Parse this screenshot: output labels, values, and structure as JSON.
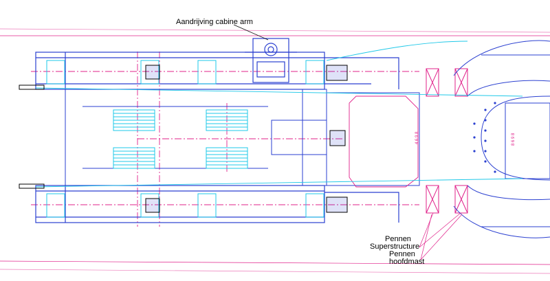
{
  "annotations": {
    "cabin_arm_drive": "Aandrijving cabine arm",
    "pins_superstructure_1": "Pennen",
    "pins_superstructure_2": "Superstructure",
    "pins_mainmast_1": "Pennen",
    "pins_mainmast_2": "hoofdmast"
  },
  "dimension_labels": {
    "left_dim": "4 6 9 8",
    "right_dim": "8 6 9 8"
  },
  "colors": {
    "blue": "#2a3fd0",
    "cyan": "#1ec8e8",
    "magenta": "#e0208a",
    "red_dash": "#e0208a",
    "black": "#000000"
  }
}
